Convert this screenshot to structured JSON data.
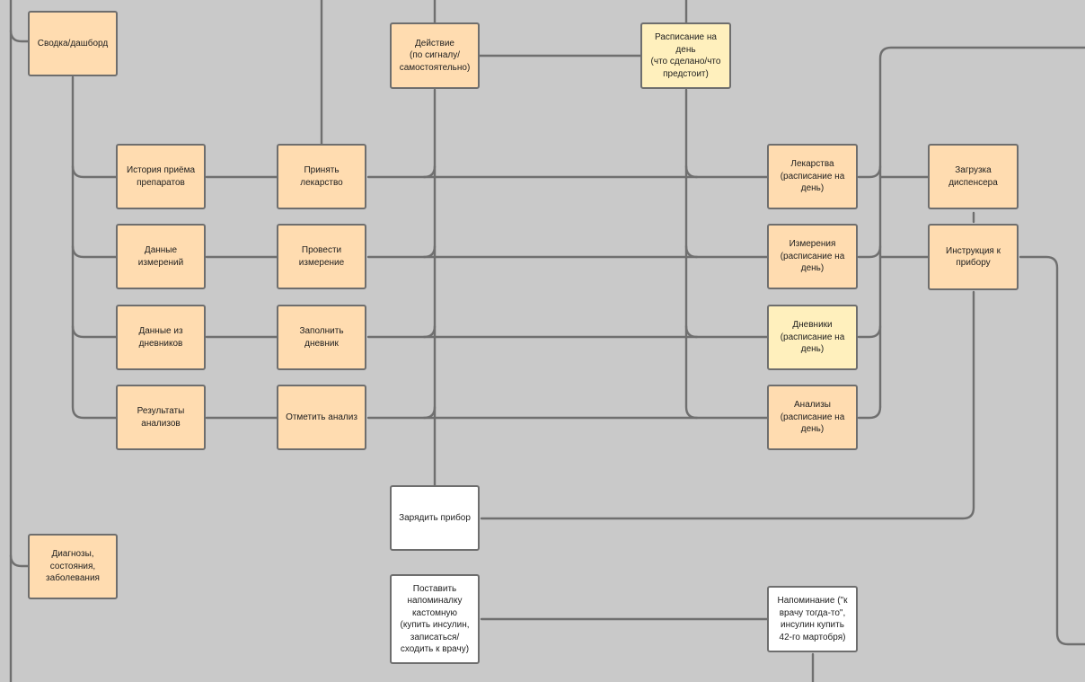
{
  "colors": {
    "canvas": "#c9c9c9",
    "connector": "#6f6f6f",
    "node_orange": "#ffdcb0",
    "node_yellow": "#fff0bd",
    "node_white": "#ffffff"
  },
  "nodes": {
    "svodka": "Сводка/дашборд",
    "diagnozy": "Диагнозы,\nсостояния,\nзаболевания",
    "deystvie": "Действие\n(по сигналу/\nсамостоятельно)",
    "raspisanie": "Расписание на\nдень\n(что сделано/что\nпредстоит)",
    "istoriya": "История приёма\nпрепаратов",
    "dannye_izm": "Данные\nизмерений",
    "dannye_dnev": "Данные из\nдневников",
    "rezultaty": "Результаты\nанализов",
    "prinyat": "Принять\nлекарство",
    "provesti": "Провести\nизмерение",
    "zapolnit": "Заполнить\nдневник",
    "otmetit": "Отметить анализ",
    "lekarstva": "Лекарства\n(расписание на\nдень)",
    "izmereniya": "Измерения\n(расписание на\nдень)",
    "dnevniki": "Дневники\n(расписание на\nдень)",
    "analizy": "Анализы\n(расписание на\nдень)",
    "zagruzka": "Загрузка\nдиспенсера",
    "instrukciya": "Инструкция к\nприбору",
    "zaryadit": "Зарядить прибор",
    "postavit": "Поставить\nнапоминалку\nкастомную\n(купить инсулин,\nзаписаться/\nсходить к врачу)",
    "napominanie": "Напоминание (\"к\nврачу тогда-то\",\nинсулин купить\n42-го мартобря)"
  }
}
